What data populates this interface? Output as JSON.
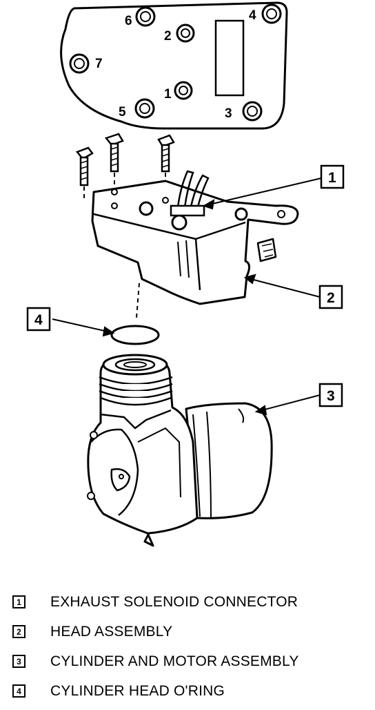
{
  "plate": {
    "bolt_labels": [
      "1",
      "2",
      "3",
      "4",
      "5",
      "6",
      "7"
    ]
  },
  "callouts": [
    {
      "number": "1"
    },
    {
      "number": "2"
    },
    {
      "number": "3"
    },
    {
      "number": "4"
    }
  ],
  "legend": [
    {
      "number": "1",
      "text": "EXHAUST SOLENOID CONNECTOR"
    },
    {
      "number": "2",
      "text": "HEAD ASSEMBLY"
    },
    {
      "number": "3",
      "text": "CYLINDER AND MOTOR ASSEMBLY"
    },
    {
      "number": "4",
      "text": "CYLINDER HEAD O'RING"
    }
  ]
}
